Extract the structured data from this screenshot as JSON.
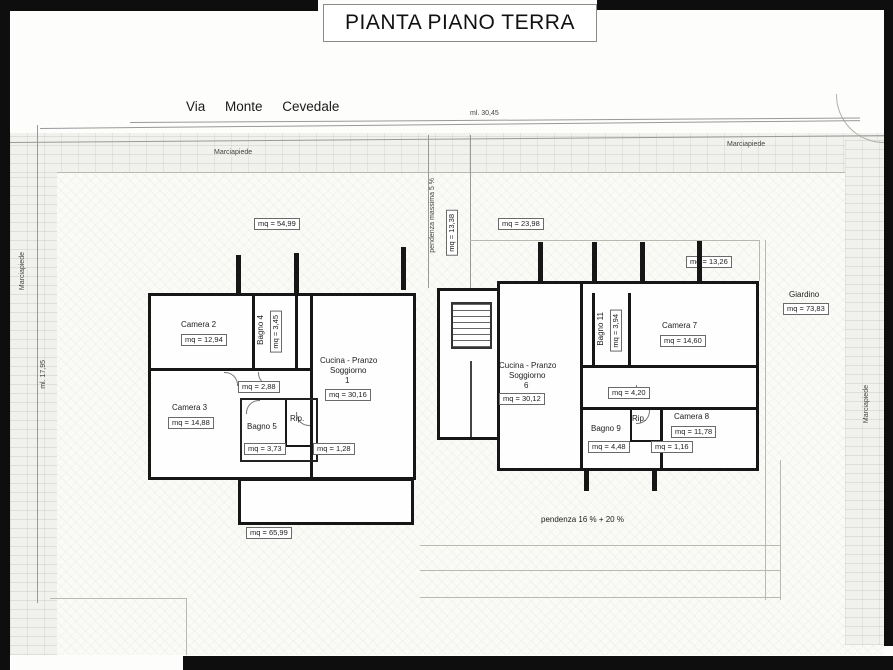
{
  "title": "PIANTA PIANO TERRA",
  "street": {
    "name": "Via Monte Cevedale",
    "length": "ml. 30,45"
  },
  "sidewalk": {
    "label": "Marciapiede"
  },
  "site": {
    "left_depth": "ml. 17,95",
    "front_court_left_area": "mq = 54,99",
    "front_court_right_area": "mq = 23,98",
    "driveway_slope": "pendenza massima 5 %",
    "driveway_area": "mq = 13,38",
    "side_court_area": "mq = 13,26",
    "garden_label": "Giardino",
    "garden_area": "mq = 73,83",
    "back_court_area": "mq = 65,99",
    "back_slope": "pendenza 16 % + 20 %"
  },
  "unit_left": {
    "camera2_name": "Camera 2",
    "camera2_area": "mq = 12,94",
    "bagno4_name": "Bagno 4",
    "bagno4_area": "mq = 3,45",
    "camera3_name": "Camera 3",
    "camera3_area": "mq = 14,88",
    "hall_area": "mq = 2,88",
    "bagno5_name": "Bagno 5",
    "bagno5_area": "mq = 3,73",
    "rip_name": "Rip.",
    "rip_area": "mq = 1,28",
    "living_line1": "Cucina - Pranzo",
    "living_line2": "Soggiorno",
    "living_number": "1",
    "living_area": "mq = 30,16"
  },
  "unit_right": {
    "living_line1": "Cucina - Pranzo",
    "living_line2": "Soggiorno",
    "living_number": "6",
    "living_area": "mq = 30,12",
    "bagno11_name": "Bagno 11",
    "bagno11_area": "mq = 3,94",
    "camera7_name": "Camera 7",
    "camera7_area": "mq = 14,60",
    "hall_area": "mq = 4,20",
    "bagno9_name": "Bagno 9",
    "bagno9_area": "mq = 4,48",
    "rip_name": "Rip.",
    "rip_area": "mq = 1,16",
    "camera8_name": "Camera 8",
    "camera8_area": "mq = 11,78"
  }
}
